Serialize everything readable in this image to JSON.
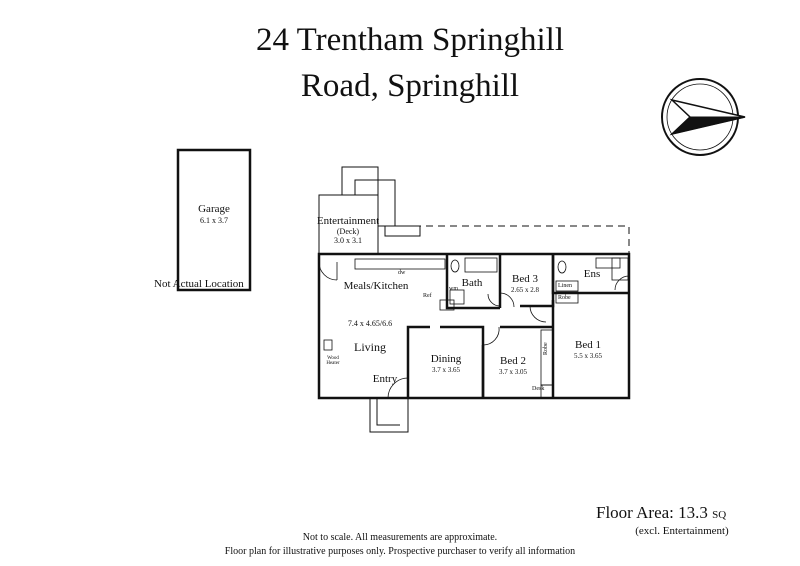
{
  "title_line1": "24 Trentham Springhill",
  "title_line2": "Road, Springhill",
  "garage": {
    "label": "Garage",
    "size": "6.1 x 3.7"
  },
  "not_actual_location": "Not Actual Location",
  "rooms": {
    "entertainment": {
      "label": "Entertainment",
      "sub": "(Deck)",
      "size": "3.0 x 3.1"
    },
    "meals_kitchen": {
      "label": "Meals/Kitchen",
      "size": "7.4 x 4.65/6.6"
    },
    "living": {
      "label": "Living"
    },
    "wood_heater": "Wood Heater",
    "entry": {
      "label": "Entry"
    },
    "dining": {
      "label": "Dining",
      "size": "3.7 x 3.65"
    },
    "bath": {
      "label": "Bath"
    },
    "bed3": {
      "label": "Bed 3",
      "size": "2.65 x 2.8"
    },
    "bed2": {
      "label": "Bed 2",
      "size": "3.7 x 3.05"
    },
    "bed1": {
      "label": "Bed 1",
      "size": "5.5 x 3.65"
    },
    "ens": {
      "label": "Ens"
    },
    "linen": "Linen",
    "robe1": "Robe",
    "robe2": "Robe",
    "desk": "Desk",
    "dw": "dw",
    "wm": "wm",
    "ref": "Ref"
  },
  "floor_area": {
    "label": "Floor Area: 13.3",
    "unit": "SQ",
    "note": "(excl. Entertainment)"
  },
  "disclaimer_line1": "Not to scale. All measurements are approximate.",
  "disclaimer_line2": "Floor plan for illustrative purposes only. Prospective purchaser to verify all information",
  "compass_icon": "north-arrow-compass"
}
